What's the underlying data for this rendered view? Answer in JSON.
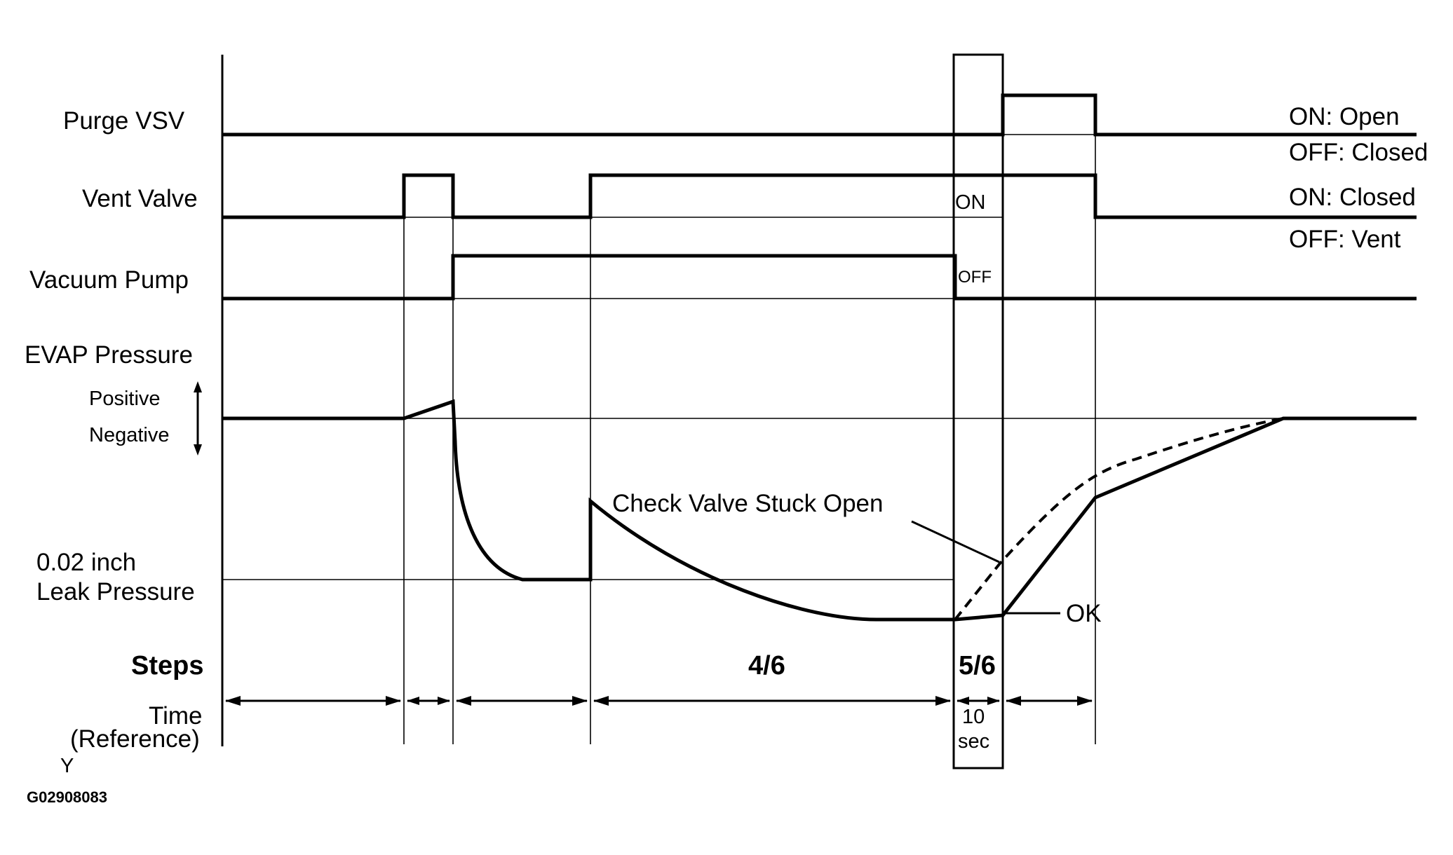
{
  "signals": {
    "purge_vsv": "Purge VSV",
    "vent_valve": "Vent Valve",
    "vacuum_pump": "Vacuum Pump",
    "evap_pressure": "EVAP Pressure",
    "positive": "Positive",
    "negative": "Negative",
    "leak_line1": "0.02 inch",
    "leak_line2": "Leak Pressure",
    "steps": "Steps",
    "time_line1": "Time",
    "time_line2": "(Reference)",
    "y_mark": "Y"
  },
  "states": {
    "purge_on": "ON: Open",
    "purge_off": "OFF: Closed",
    "vent_on": "ON: Closed",
    "vent_off": "OFF: Vent"
  },
  "window": {
    "on": "ON",
    "off": "OFF",
    "time_line1": "10",
    "time_line2": "sec"
  },
  "annotations": {
    "stuck_open": "Check Valve Stuck Open",
    "ok": "OK"
  },
  "step_labels": {
    "s4": "4/6",
    "s5": "5/6"
  },
  "figure_code": "G02908083"
}
